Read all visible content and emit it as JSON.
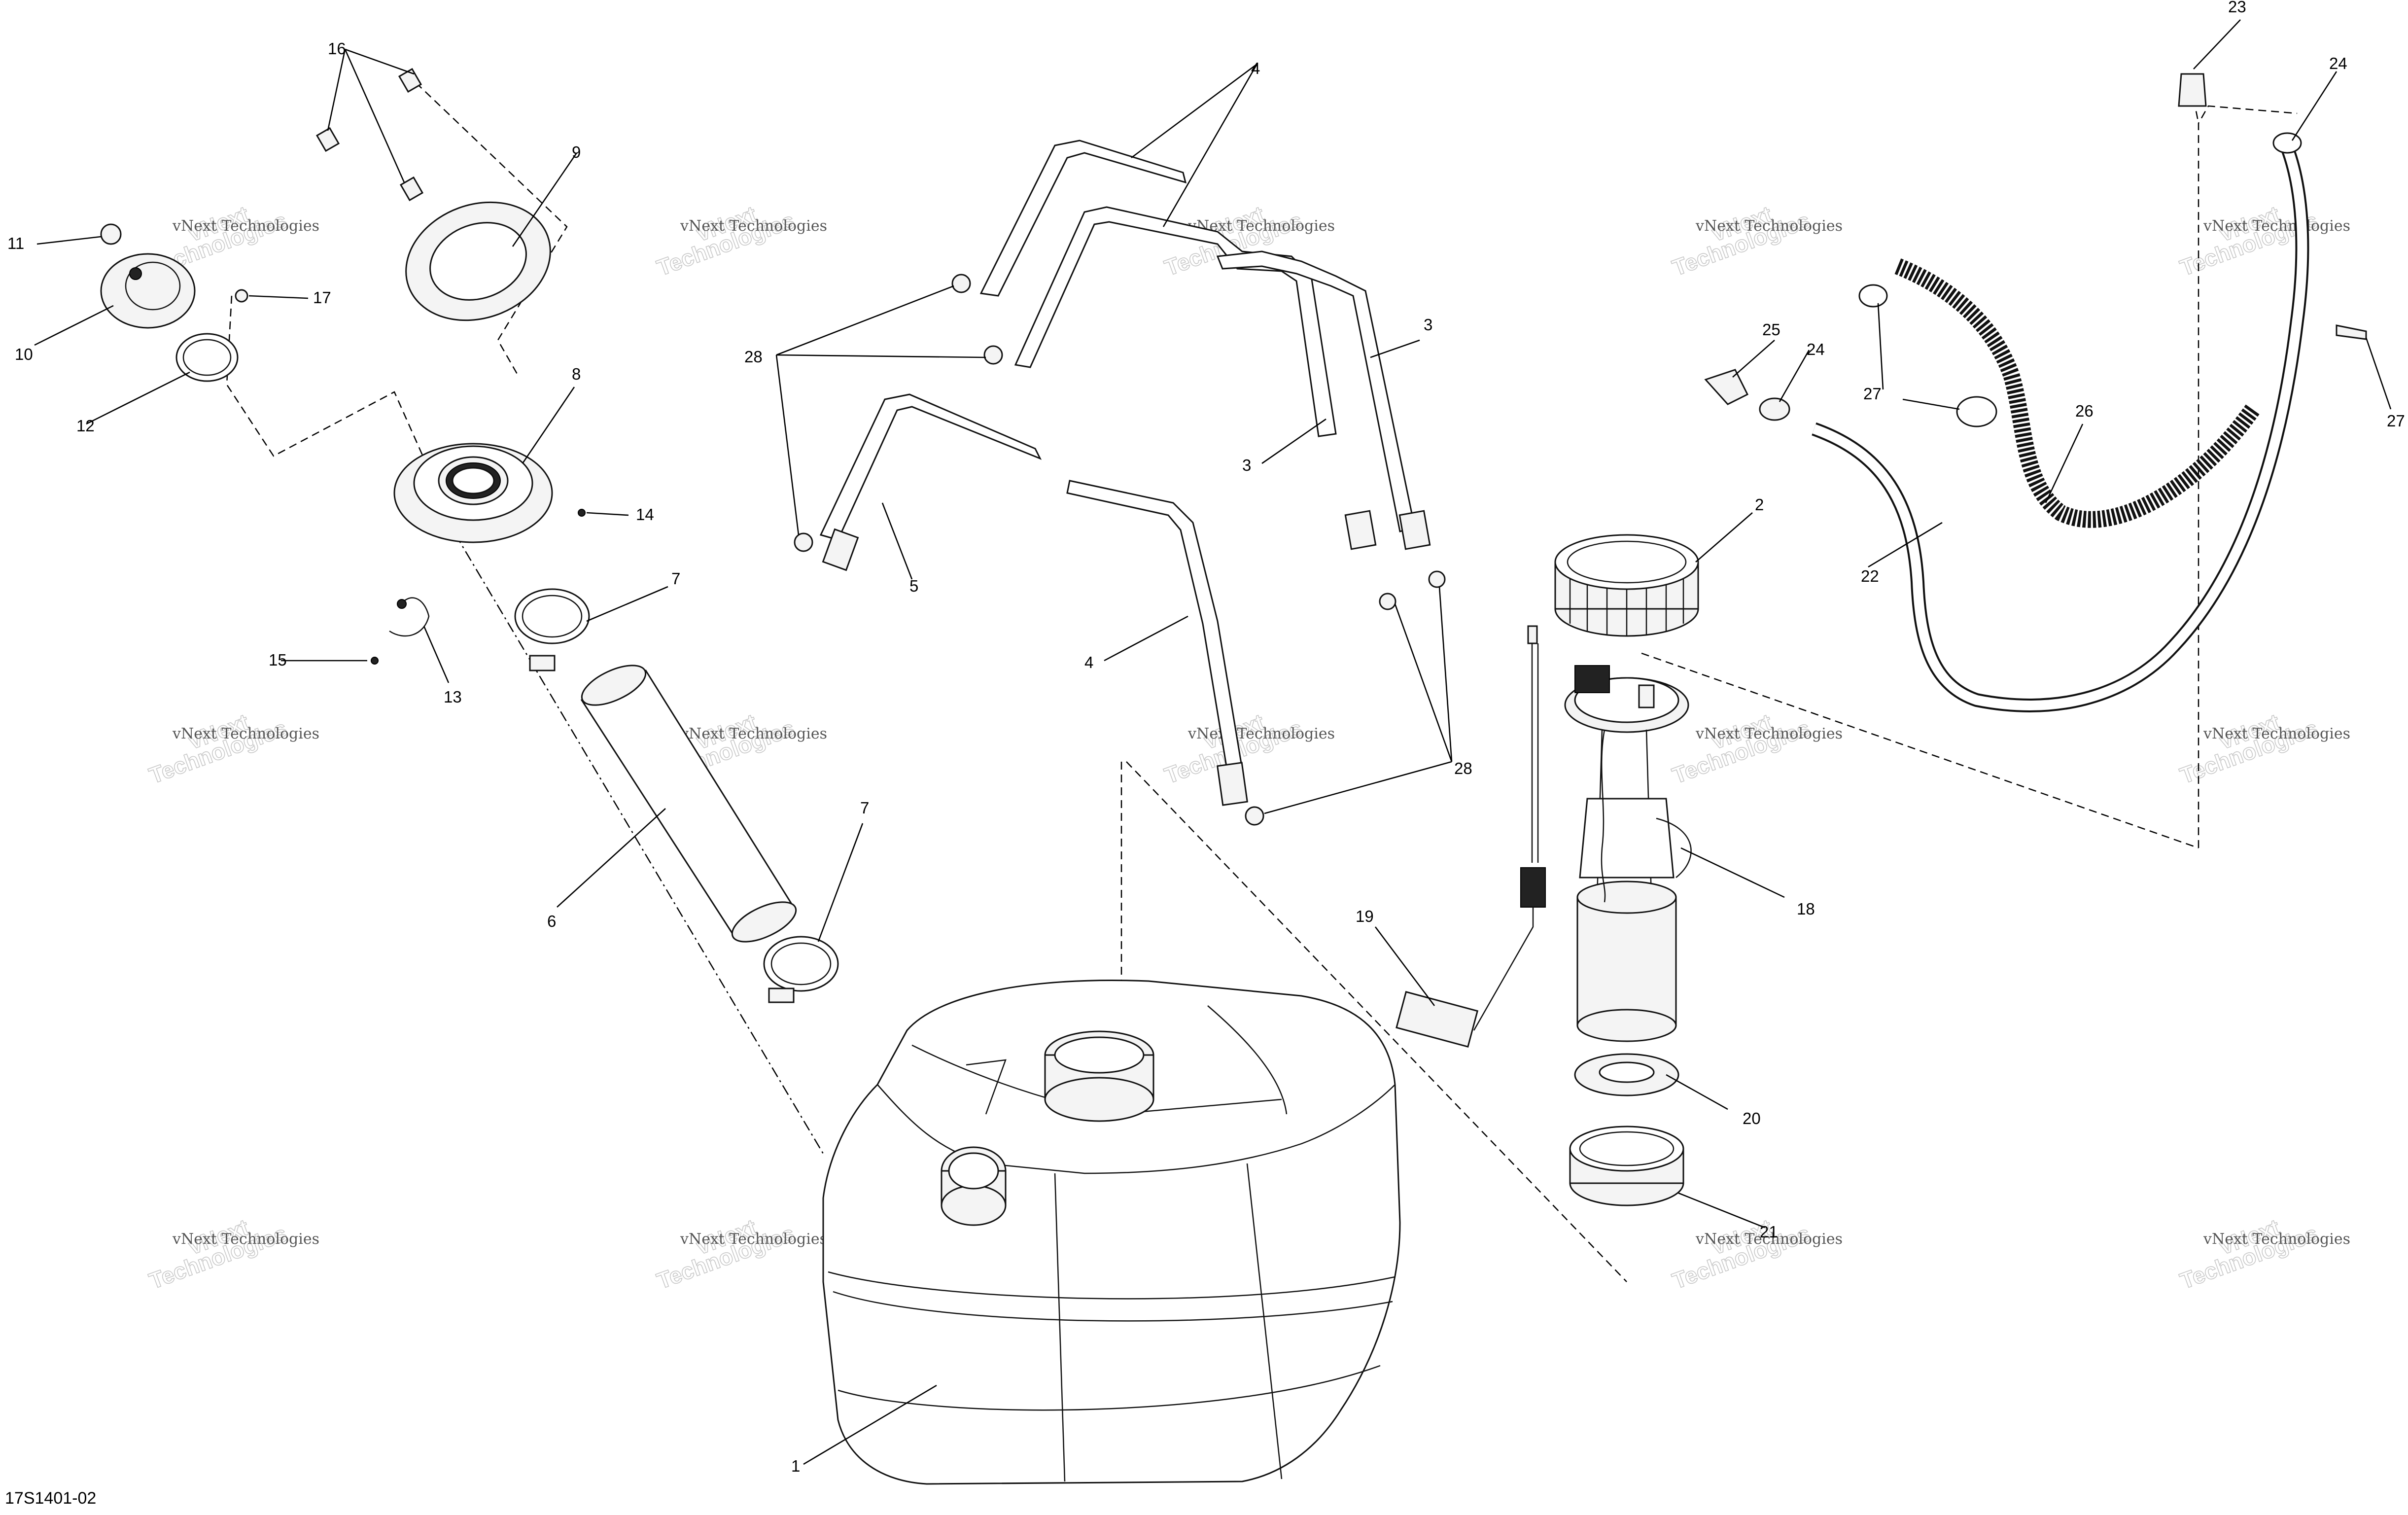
{
  "diagram_code": "17S1401-02",
  "watermark": {
    "line1": "vNext Technologies",
    "line2": "vNext",
    "line3": "Technologies"
  },
  "callouts": {
    "c1": "1",
    "c2": "2",
    "c3a": "3",
    "c3b": "3",
    "c4a": "4",
    "c4b": "4",
    "c5": "5",
    "c6": "6",
    "c7a": "7",
    "c7b": "7",
    "c8": "8",
    "c9": "9",
    "c10": "10",
    "c11": "11",
    "c12": "12",
    "c13": "13",
    "c14": "14",
    "c15": "15",
    "c16": "16",
    "c17": "17",
    "c18": "18",
    "c19": "19",
    "c20": "20",
    "c21": "21",
    "c22": "22",
    "c23": "23",
    "c24a": "24",
    "c24b": "24",
    "c25": "25",
    "c26": "26",
    "c27a": "27",
    "c27b": "27",
    "c28a": "28",
    "c28b": "28"
  }
}
